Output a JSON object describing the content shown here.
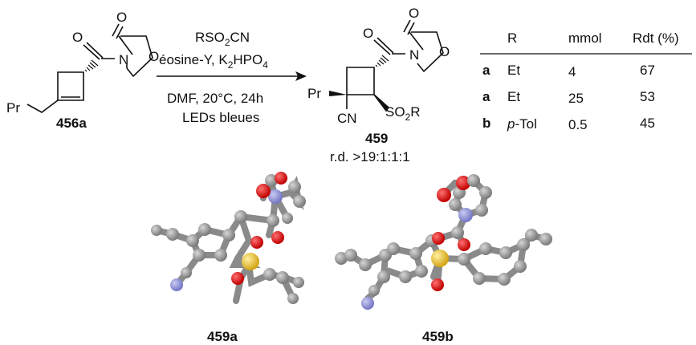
{
  "starting_material": {
    "label": "456a",
    "atoms": {
      "O1": "O",
      "O2": "O",
      "N": "N",
      "O3": "O",
      "Pr": "Pr"
    }
  },
  "conditions": {
    "reagent_prefix": "RSO",
    "reagent_sub": "2",
    "reagent_suffix": "CN",
    "catalyst": "éosine-Y, K",
    "base_sub1": "2",
    "base_mid": "HPO",
    "base_sub2": "4",
    "solvent_line": "DMF, 20°C, 24h",
    "light_line": "LEDs bleues"
  },
  "product": {
    "label": "459",
    "dr": "r.d. >19:1:1:1",
    "atoms": {
      "O1": "O",
      "O2": "O",
      "N": "N",
      "O3": "O",
      "Pr": "Pr",
      "CN": "CN",
      "so2r_prefix": "SO",
      "so2r_sub": "2",
      "so2r_suffix": "R"
    }
  },
  "table": {
    "headers": [
      "R",
      "mmol",
      "Rdt (%)"
    ],
    "rows": [
      {
        "entry": "a",
        "R": "Et",
        "mmol": "4",
        "yield": "67"
      },
      {
        "entry": "a",
        "R": "Et",
        "mmol": "25",
        "yield": "53"
      },
      {
        "entry": "b",
        "R_prefix": "p",
        "R": "-Tol",
        "mmol": "0.5",
        "yield": "45"
      }
    ]
  },
  "crystal_structures": [
    {
      "label": "459a"
    },
    {
      "label": "459b"
    }
  ],
  "colors": {
    "carbon": "#8c8c8c",
    "oxygen": "#e01010",
    "nitrogen": "#8c8fd6",
    "sulfur": "#e8c22e",
    "bond": "#8a8a8a"
  }
}
